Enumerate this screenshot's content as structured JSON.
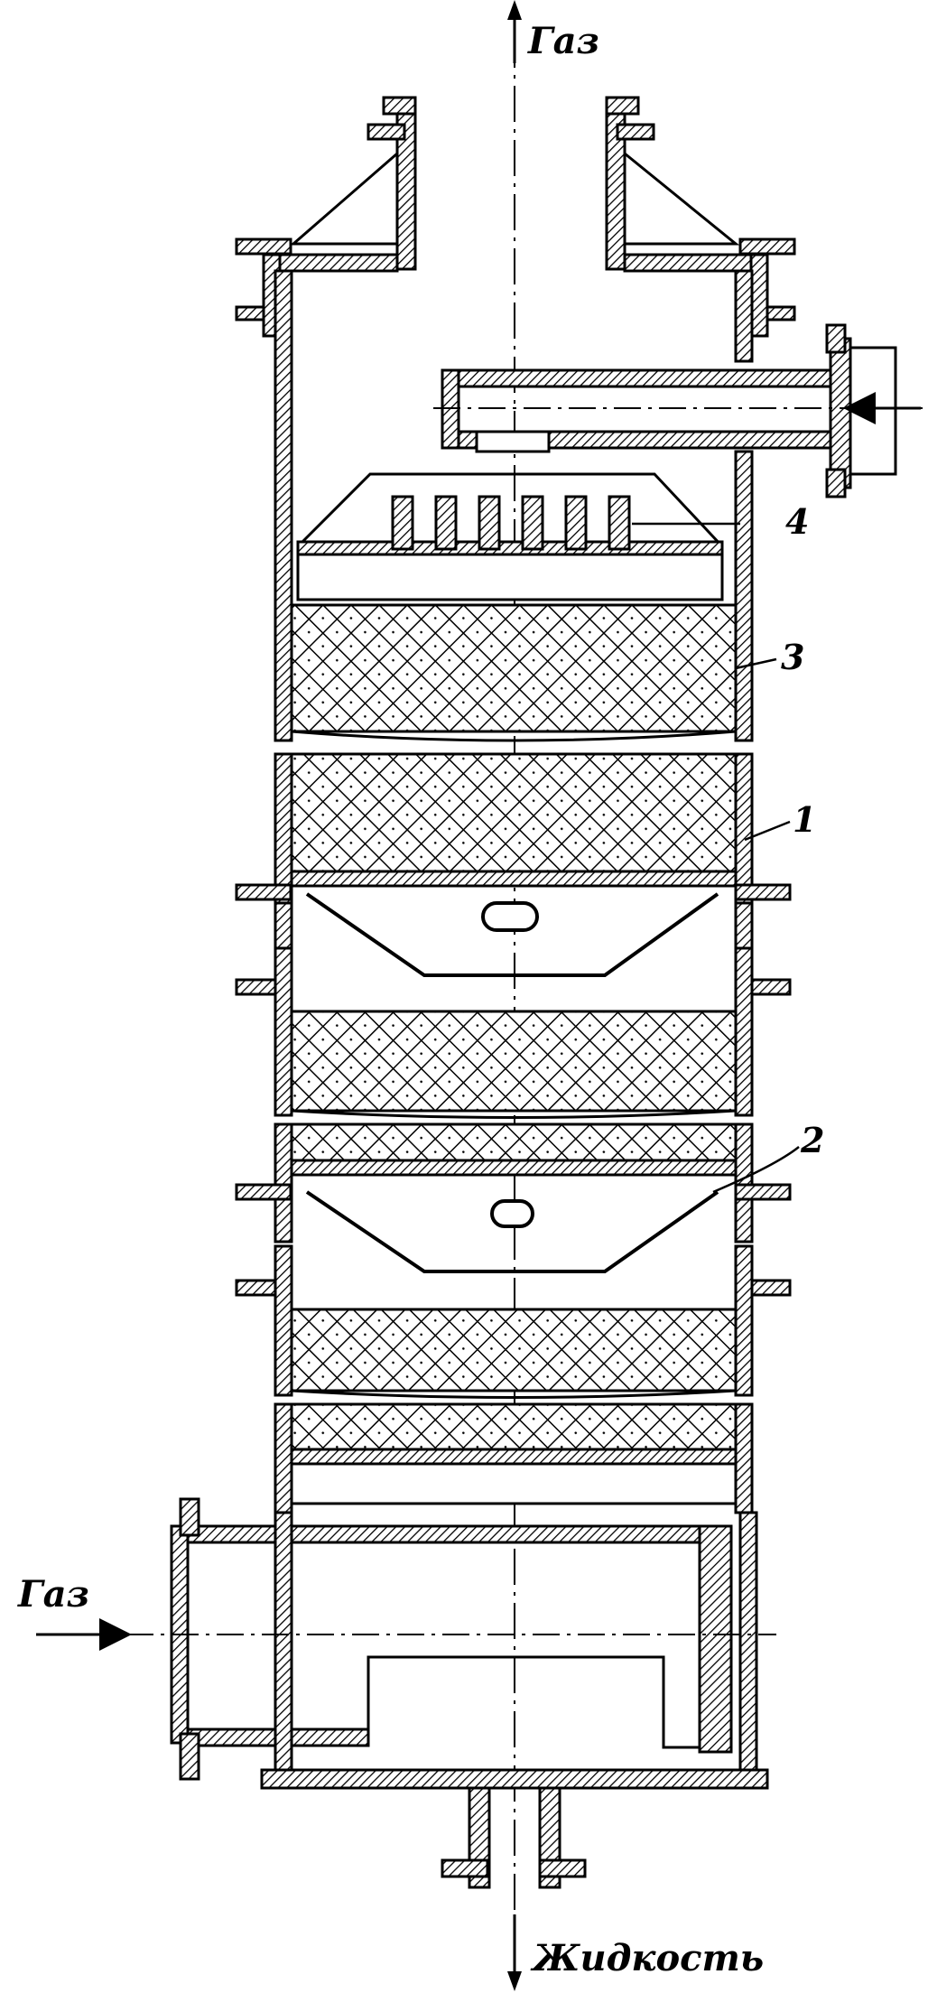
{
  "flow_labels": {
    "gas_out": "Газ",
    "gas_in": "Газ",
    "liquid_out": "Жидкость"
  },
  "callouts": {
    "c1": "1",
    "c2": "2",
    "c3": "3",
    "c4": "4"
  },
  "colors": {
    "ink": "#000000",
    "paper": "#ffffff"
  }
}
